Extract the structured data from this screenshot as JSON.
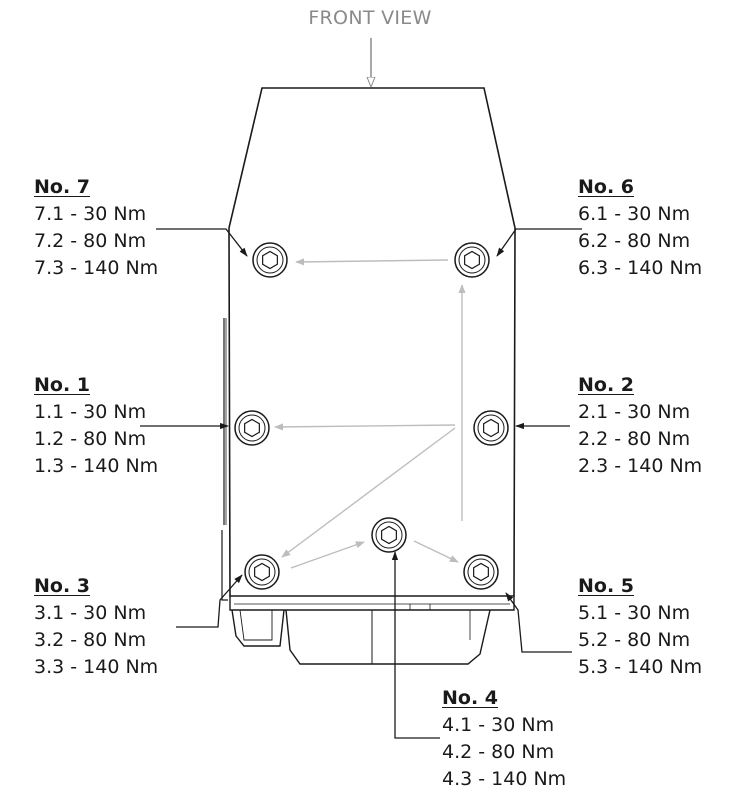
{
  "view_title": "FRONT VIEW",
  "bolts": [
    {
      "id": "No. 7",
      "steps": [
        "7.1 - 30 Nm",
        "7.2 - 80 Nm",
        "7.3 - 140 Nm"
      ]
    },
    {
      "id": "No. 6",
      "steps": [
        "6.1 - 30 Nm",
        "6.2 - 80 Nm",
        "6.3 - 140 Nm"
      ]
    },
    {
      "id": "No. 1",
      "steps": [
        "1.1 - 30 Nm",
        "1.2 - 80 Nm",
        "1.3 - 140 Nm"
      ]
    },
    {
      "id": "No. 2",
      "steps": [
        "2.1 - 30 Nm",
        "2.2 - 80 Nm",
        "2.3 - 140 Nm"
      ]
    },
    {
      "id": "No. 3",
      "steps": [
        "3.1 - 30 Nm",
        "3.2 - 80 Nm",
        "3.3 - 140 Nm"
      ]
    },
    {
      "id": "No. 5",
      "steps": [
        "5.1 - 30 Nm",
        "5.2 - 80 Nm",
        "5.3 - 140 Nm"
      ]
    },
    {
      "id": "No. 4",
      "steps": [
        "4.1 - 30 Nm",
        "4.2 - 80 Nm",
        "4.3 - 140 Nm"
      ]
    }
  ],
  "colors": {
    "outline": "#1a1a1a",
    "sequence_arrow": "#bdbdbd",
    "view_arrow": "#8a8a8a"
  }
}
